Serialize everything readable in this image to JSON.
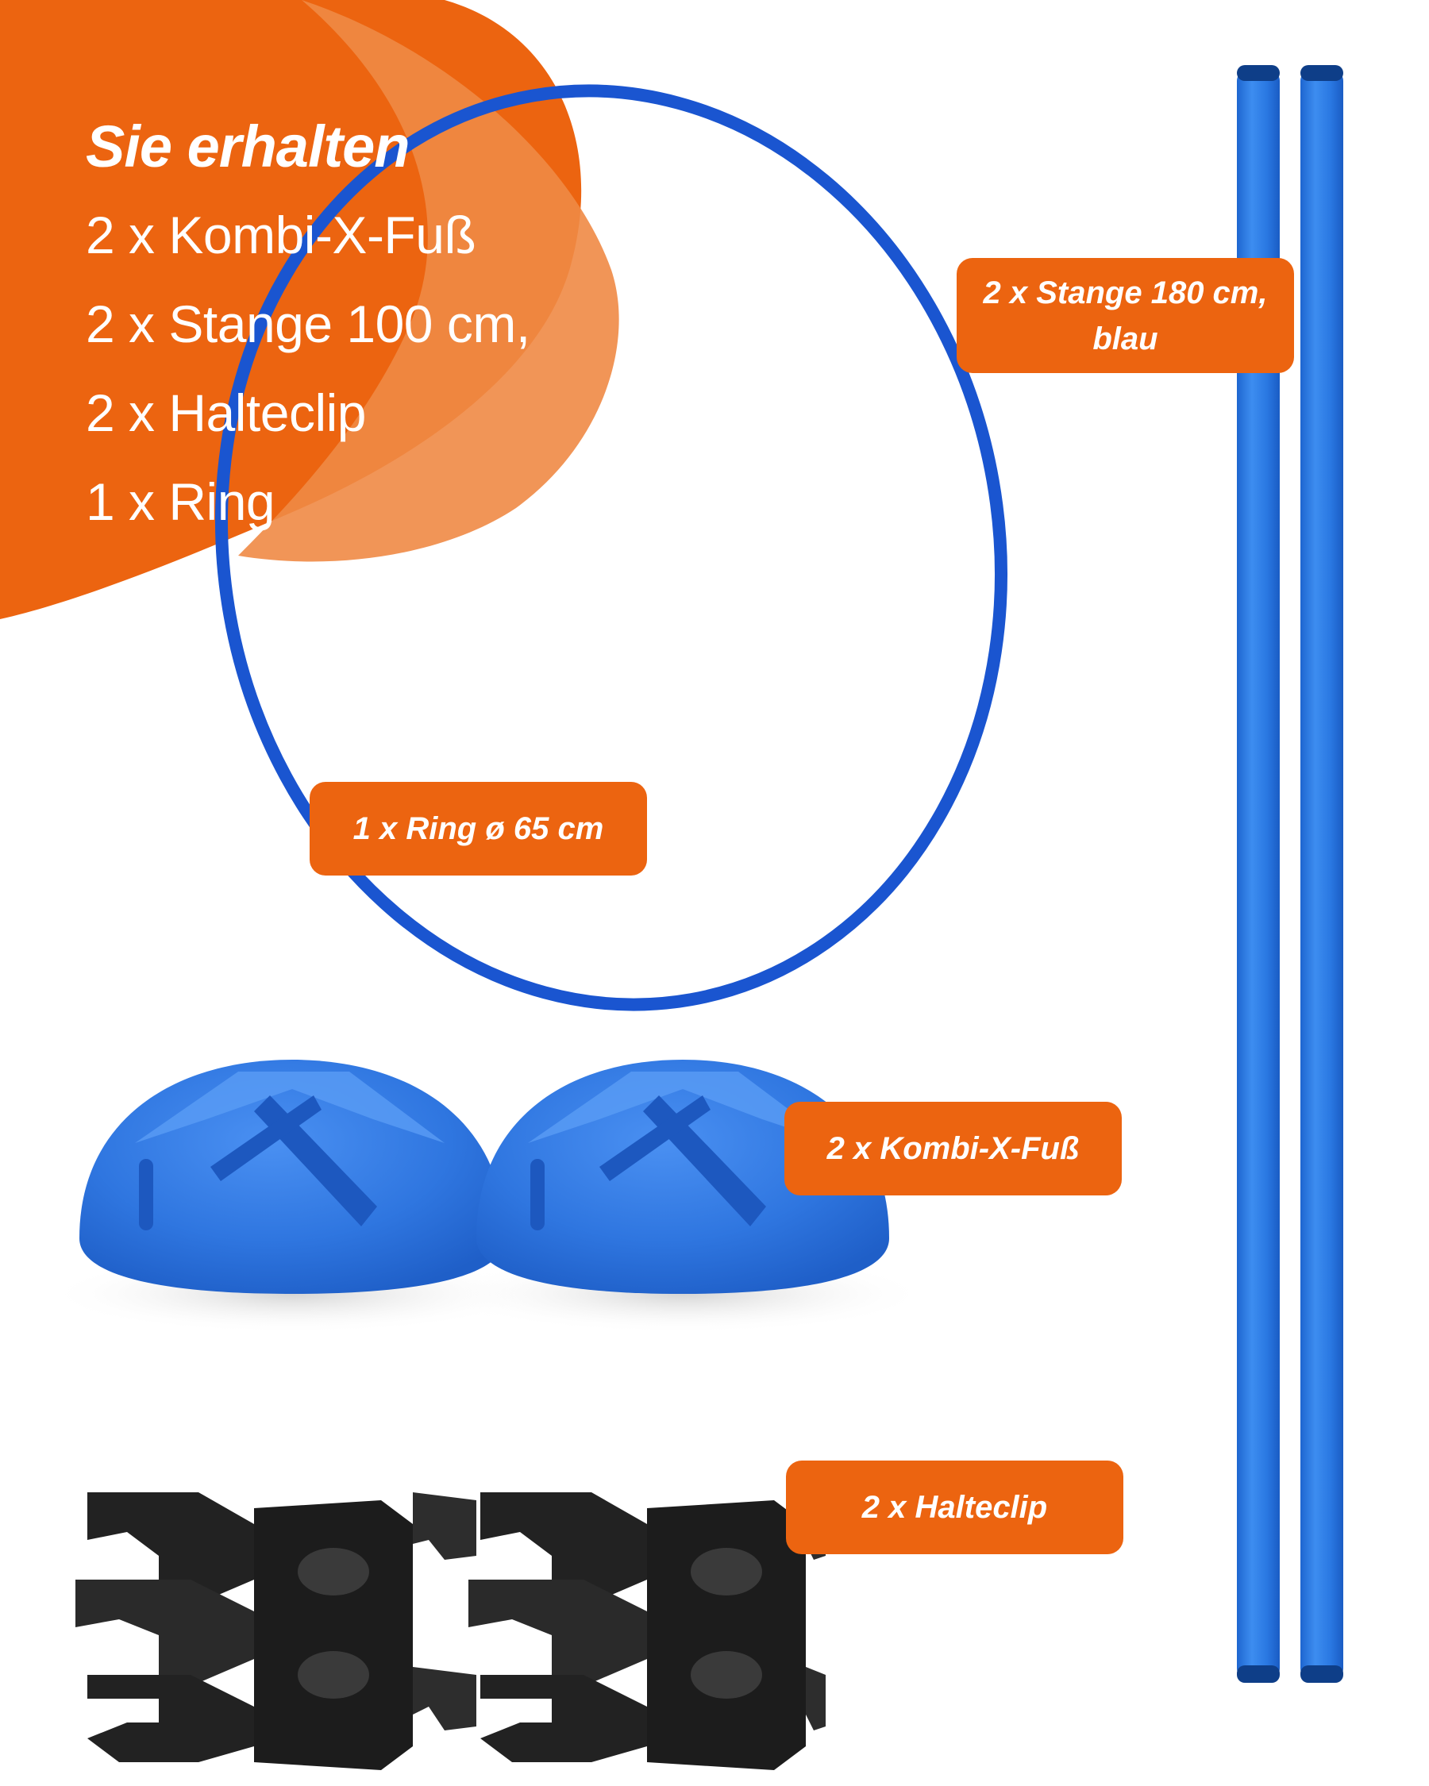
{
  "contents_panel": {
    "heading": "Sie erhalten",
    "items": [
      "2 x Kombi-X-Fuß",
      "2 x Stange 100 cm,",
      "2 x Halteclip",
      "1 x Ring"
    ]
  },
  "labels": {
    "poles_line1": "2 x Stange 180 cm,",
    "poles_line2": "blau",
    "ring": "1 x Ring ø 65 cm",
    "feet": "2 x Kombi-X-Fuß",
    "clips": "2 x Halteclip"
  },
  "colors": {
    "accent_orange": "#ec6410",
    "product_blue": "#2f7be0",
    "ring_blue": "#1a55d0",
    "clip_black": "#222222"
  },
  "icons": [
    "ring-icon",
    "pole-icon",
    "dome-foot-icon",
    "holding-clip-icon"
  ]
}
